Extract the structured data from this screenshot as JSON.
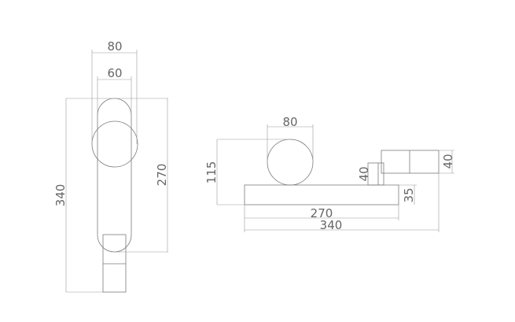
{
  "front_view": {
    "dim_width_outer": "80",
    "dim_width_inner": "60",
    "dim_total_height": "340",
    "dim_body_height": "270"
  },
  "side_view": {
    "dim_knob_diameter": "80",
    "dim_height": "115",
    "dim_spout_height": "40",
    "dim_outlet_height": "40",
    "dim_base_height": "35",
    "dim_base_length": "270",
    "dim_total_length": "340"
  }
}
